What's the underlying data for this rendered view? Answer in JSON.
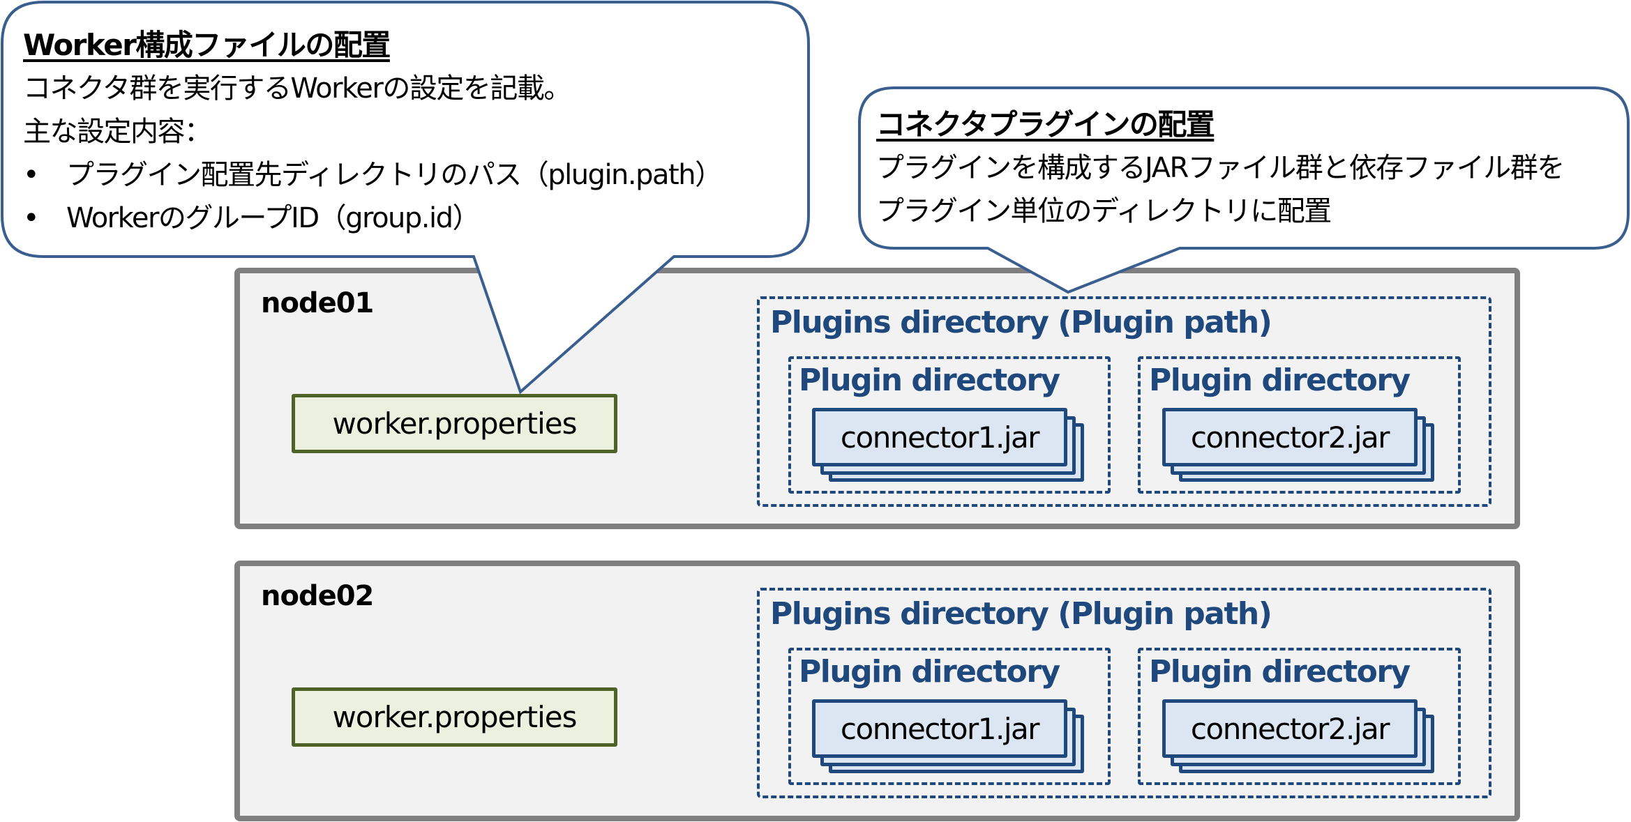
{
  "callouts": {
    "worker_config": {
      "title": "Worker構成ファイルの配置",
      "line1": "コネクタ群を実行するWorkerの設定を記載。",
      "line2": "主な設定内容：",
      "bullets": [
        "プラグイン配置先ディレクトリのパス（plugin.path）",
        "WorkerのグループID（group.id）"
      ],
      "bullet_char": "•"
    },
    "connector_plugin": {
      "title": "コネクタプラグインの配置",
      "line1": "プラグインを構成するJARファイル群と依存ファイル群を",
      "line2": "プラグイン単位のディレクトリに配置"
    }
  },
  "nodes": [
    {
      "label": "node01",
      "worker_file": "worker.properties",
      "plugins_dir_label": "Plugins directory (Plugin path)",
      "plugin_dirs": [
        {
          "label": "Plugin directory",
          "jar": "connector1.jar"
        },
        {
          "label": "Plugin directory",
          "jar": "connector2.jar"
        }
      ]
    },
    {
      "label": "node02",
      "worker_file": "worker.properties",
      "plugins_dir_label": "Plugins directory (Plugin path)",
      "plugin_dirs": [
        {
          "label": "Plugin directory",
          "jar": "connector1.jar"
        },
        {
          "label": "Plugin directory",
          "jar": "connector2.jar"
        }
      ]
    }
  ],
  "colors": {
    "callout_border": "#3a5f8f",
    "node_border": "#7f7f7f",
    "node_fill": "#f2f2f2",
    "worker_fill": "#ebf1de",
    "worker_border": "#4f6228",
    "plugin_blue": "#1f497d",
    "jar_fill": "#dce6f2"
  }
}
